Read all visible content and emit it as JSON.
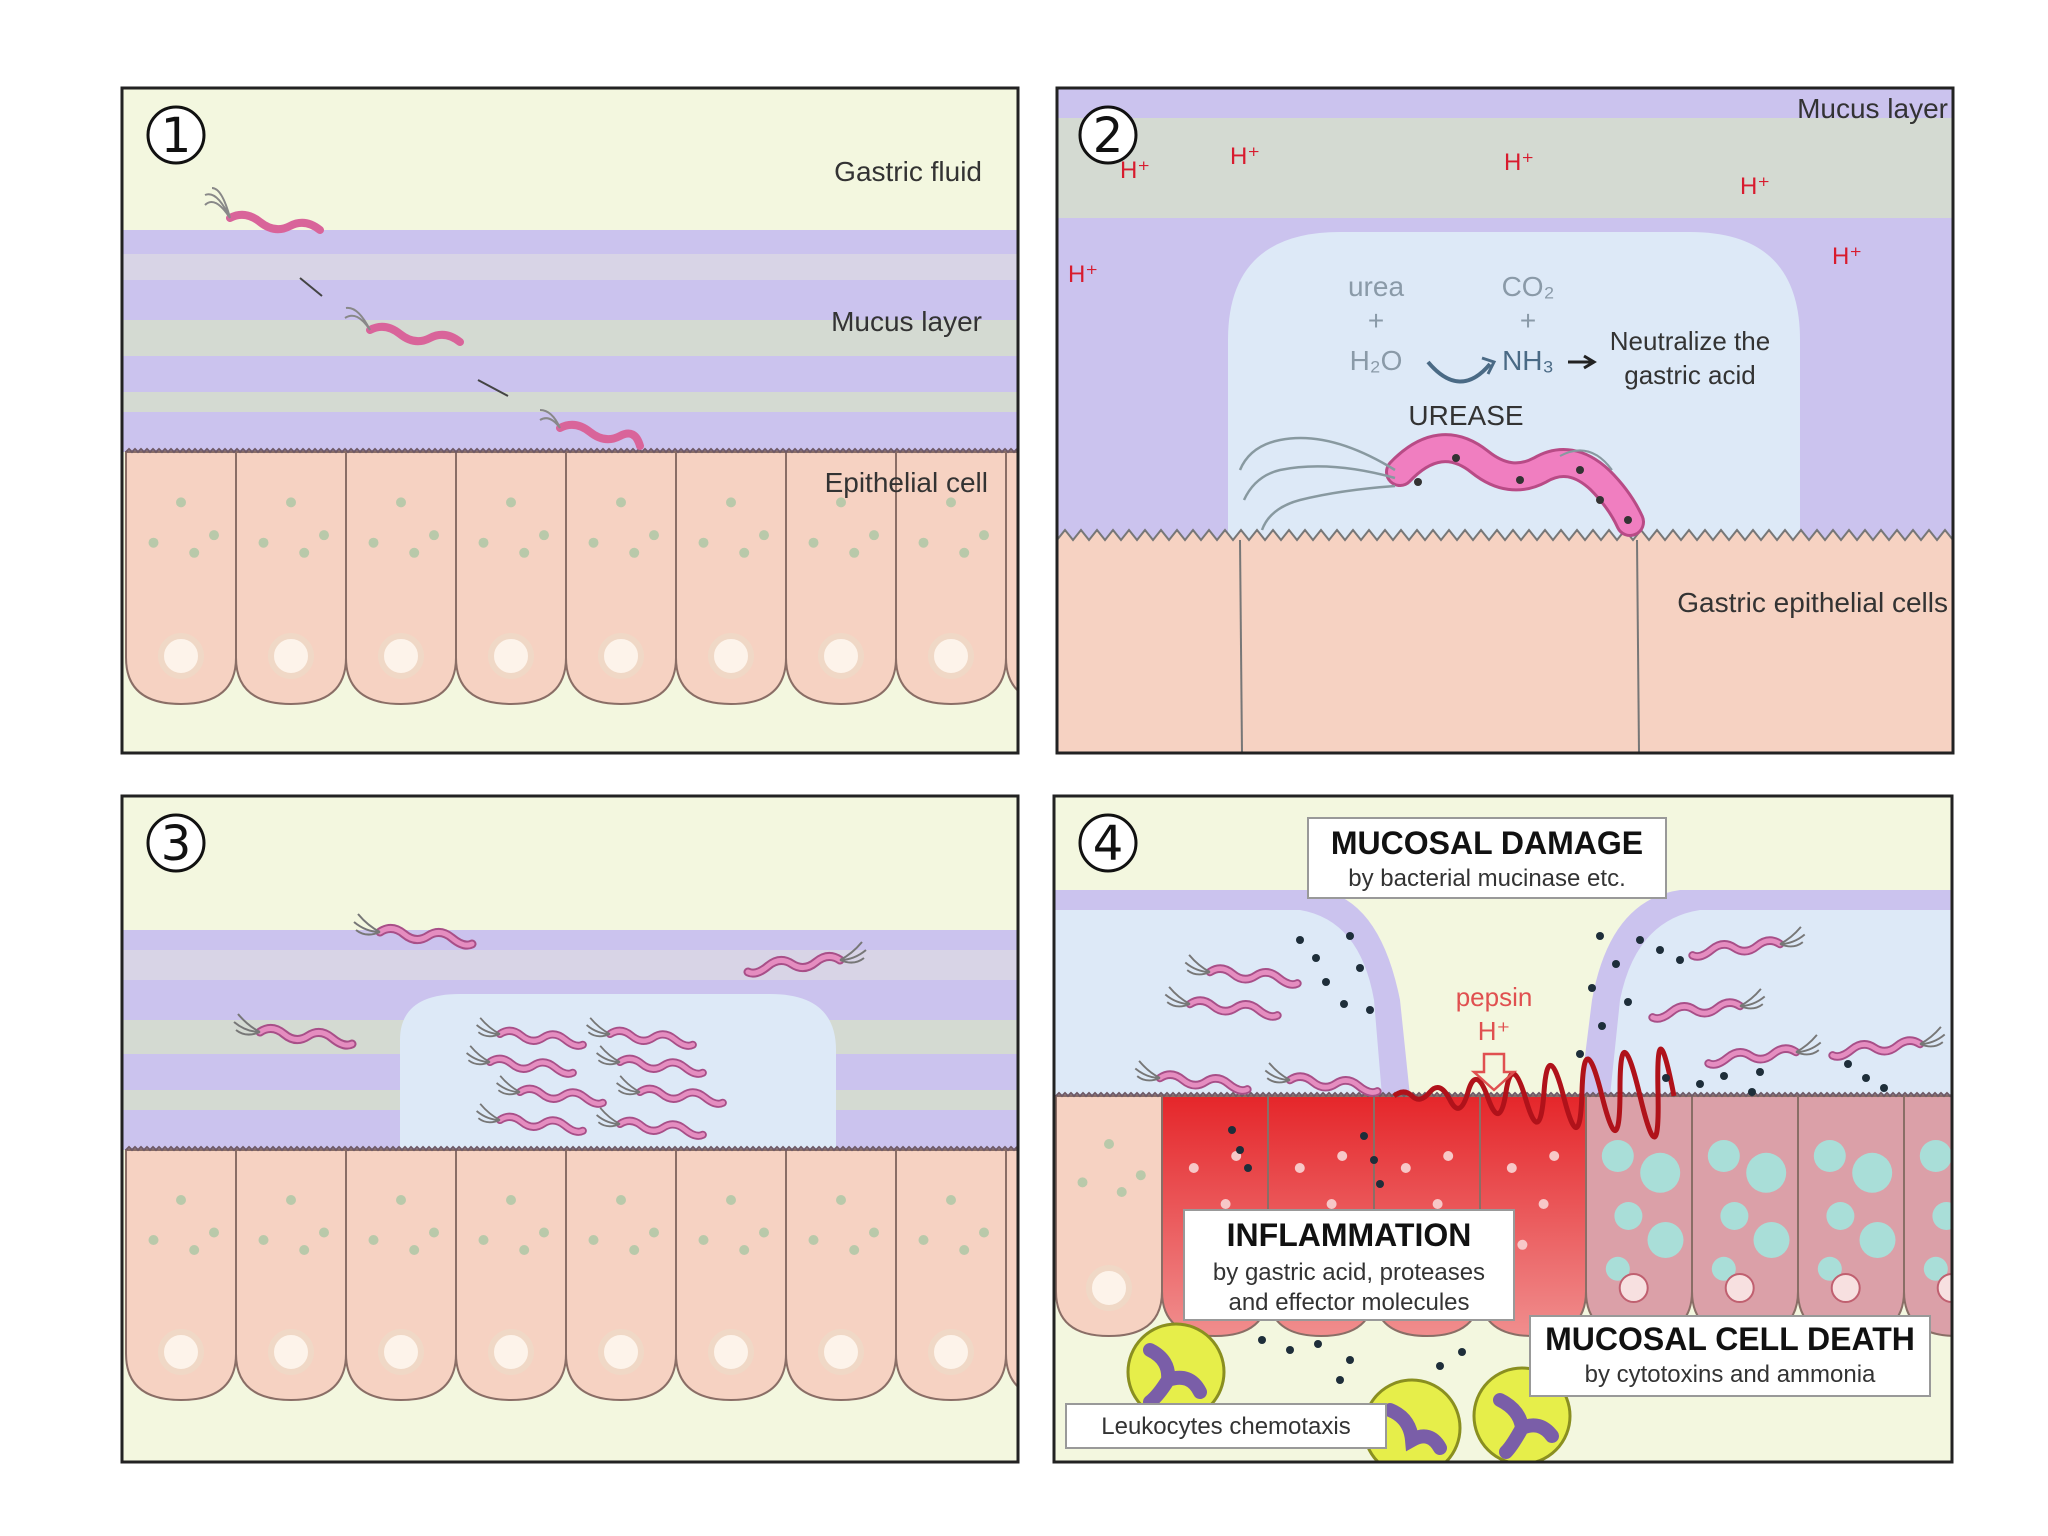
{
  "panels": {
    "p1": {
      "number": "1",
      "gastric_fluid": "Gastric fluid",
      "mucus_layer": "Mucus layer",
      "epithelial_cell": "Epithelial cell"
    },
    "p2": {
      "number": "2",
      "mucus_layer": "Mucus layer",
      "h_ion": "H⁺",
      "urea": "urea",
      "plus": "+",
      "h2o": "H₂O",
      "co2": "CO₂",
      "nh3": "NH₃",
      "neutralize_line1": "Neutralize the",
      "neutralize_line2": "gastric acid",
      "urease": "UREASE",
      "gastric_epithelial_cells": "Gastric epithelial cells"
    },
    "p3": {
      "number": "3"
    },
    "p4": {
      "number": "4",
      "mucosal_damage_title": "MUCOSAL DAMAGE",
      "mucosal_damage_sub": "by bacterial mucinase etc.",
      "pepsin": "pepsin",
      "h_ion": "H⁺",
      "inflammation_title": "INFLAMMATION",
      "inflammation_sub1": "by gastric acid, proteases",
      "inflammation_sub2": "and effector molecules",
      "cell_death_title": "MUCOSAL CELL DEATH",
      "cell_death_sub": "by cytotoxins and ammonia",
      "leukocytes": "Leukocytes chemotaxis"
    }
  },
  "colors": {
    "gastric_fluid": "#f3f7df",
    "mucus_purple": "#cbc3ee",
    "mucus_grey": "#d4dad2",
    "cell_pink": "#f6d2c2",
    "colony_blue": "#dde9f7",
    "bacterium": "#d9649a",
    "inflamed": "#e8383a",
    "dying_cell": "#dba0a8",
    "vacuole": "#a9ded8",
    "leukocyte": "#e6ee4a",
    "h_ion": "#d81b2e"
  }
}
